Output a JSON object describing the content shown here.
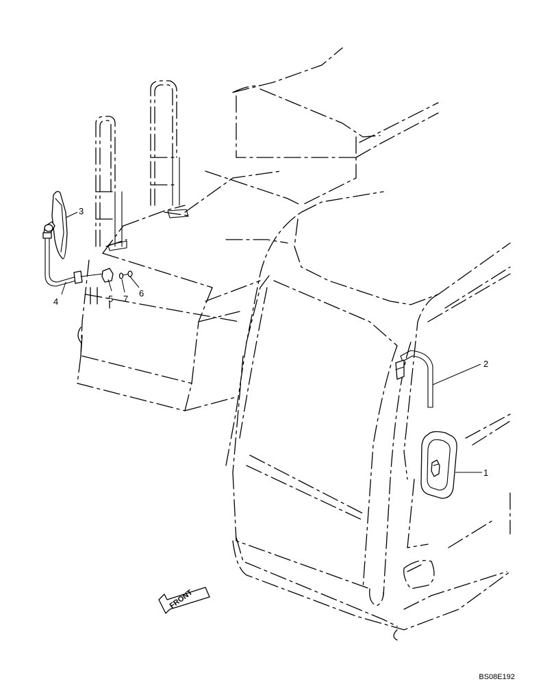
{
  "figure_code": "BS08E192",
  "front_arrow_label": "FRONT",
  "callouts": {
    "c1": "1",
    "c2": "2",
    "c3": "3",
    "c4": "4",
    "c5": "5",
    "c6": "6",
    "c7": "7"
  }
}
